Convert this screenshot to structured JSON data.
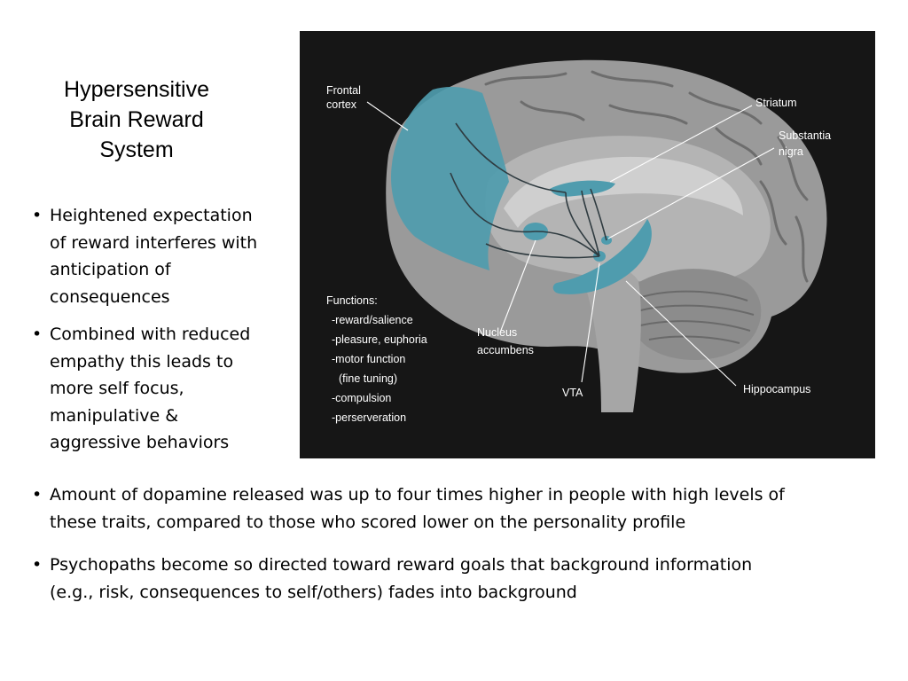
{
  "slide": {
    "title_lines": [
      "Hypersensitive",
      "Brain Reward",
      "System"
    ],
    "side_bullets": [
      [
        "Heightened expectation",
        "of reward interferes with",
        "anticipation of",
        "consequences"
      ],
      [
        "Combined with reduced",
        "empathy this leads to",
        "more self focus,",
        "manipulative &",
        "aggressive behaviors"
      ]
    ],
    "bottom_bullets": [
      [
        "Amount of dopamine released was up to four times higher in people with high levels of",
        "these traits, compared to those who scored lower on the personality profile"
      ],
      [
        "Psychopaths become so directed toward reward goals that background information",
        "(e.g., risk, consequences to self/others) fades into background"
      ]
    ]
  },
  "figure": {
    "labels": {
      "frontal_cortex": [
        "Frontal",
        "cortex"
      ],
      "striatum": "Striatum",
      "substantia_nigra": [
        "Substantia",
        "nigra"
      ],
      "nucleus_accumbens": [
        "Nucleus",
        "accumbens"
      ],
      "vta": "VTA",
      "hippocampus": "Hippocampus"
    },
    "functions": {
      "heading": "Functions:",
      "items": [
        "-reward/salience",
        "-pleasure, euphoria",
        "-motor function",
        "(fine tuning)",
        "-compulsion",
        "-perserveration"
      ]
    },
    "colors": {
      "background": "#161616",
      "brain": "#9a9a9a",
      "highlight": "#4f9cae",
      "text": "#ffffff"
    }
  }
}
